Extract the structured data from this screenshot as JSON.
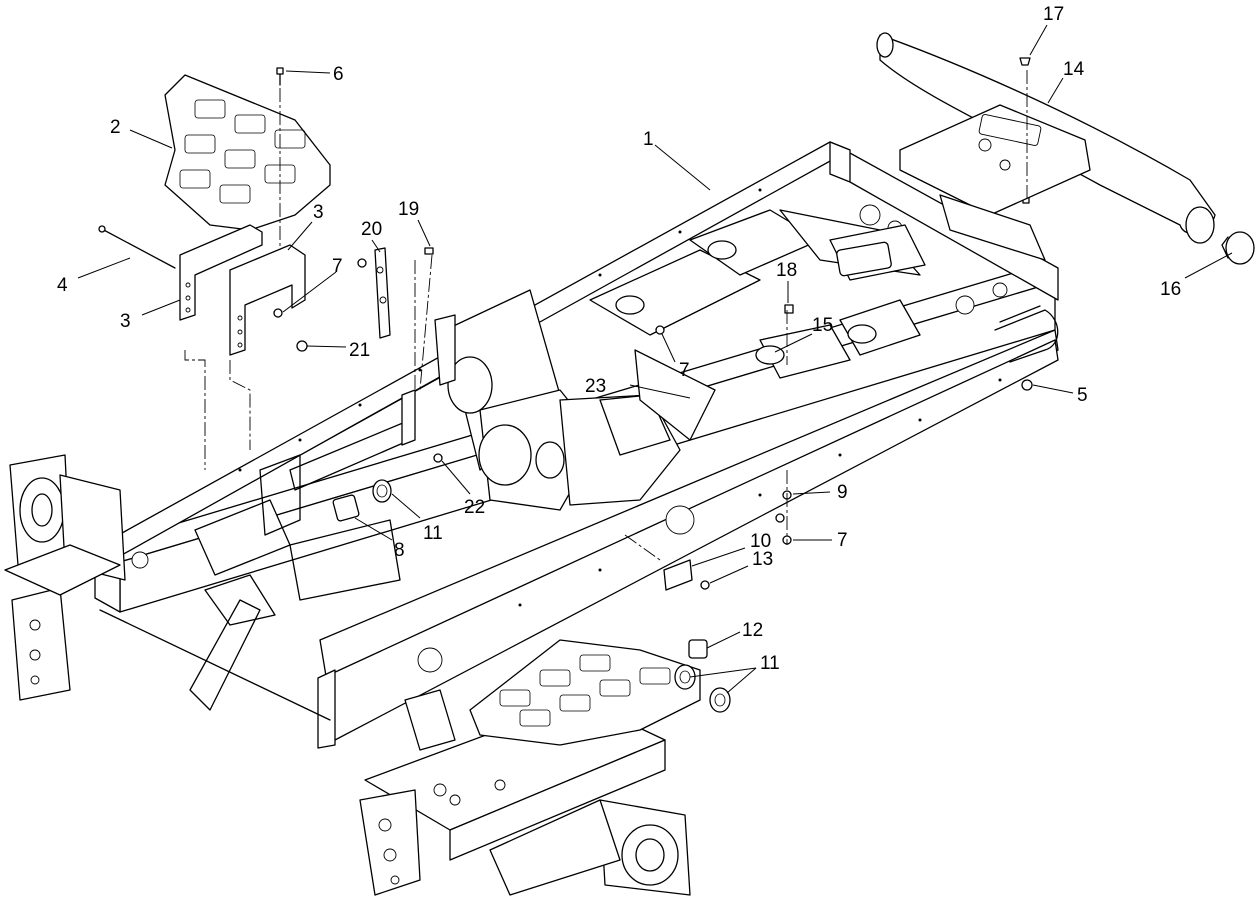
{
  "diagram": {
    "callouts": [
      {
        "id": "c1",
        "text": "1"
      },
      {
        "id": "c2",
        "text": "2"
      },
      {
        "id": "c3a",
        "text": "3"
      },
      {
        "id": "c3b",
        "text": "3"
      },
      {
        "id": "c4",
        "text": "4"
      },
      {
        "id": "c5",
        "text": "5"
      },
      {
        "id": "c6",
        "text": "6"
      },
      {
        "id": "c7a",
        "text": "7"
      },
      {
        "id": "c7b",
        "text": "7"
      },
      {
        "id": "c7c",
        "text": "7"
      },
      {
        "id": "c8",
        "text": "8"
      },
      {
        "id": "c9",
        "text": "9"
      },
      {
        "id": "c10",
        "text": "10"
      },
      {
        "id": "c11a",
        "text": "11"
      },
      {
        "id": "c11b",
        "text": "11"
      },
      {
        "id": "c12",
        "text": "12"
      },
      {
        "id": "c13",
        "text": "13"
      },
      {
        "id": "c14",
        "text": "14"
      },
      {
        "id": "c15",
        "text": "15"
      },
      {
        "id": "c16",
        "text": "16"
      },
      {
        "id": "c17",
        "text": "17"
      },
      {
        "id": "c18",
        "text": "18"
      },
      {
        "id": "c19",
        "text": "19"
      },
      {
        "id": "c20",
        "text": "20"
      },
      {
        "id": "c21",
        "text": "21"
      },
      {
        "id": "c22",
        "text": "22"
      },
      {
        "id": "c23",
        "text": "23"
      }
    ]
  }
}
